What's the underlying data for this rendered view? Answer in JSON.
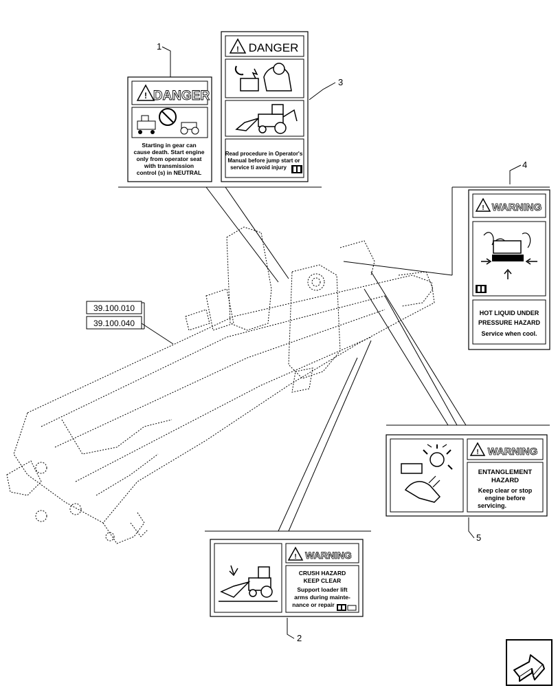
{
  "callouts": {
    "c1": "1",
    "c2": "2",
    "c3": "3",
    "c4": "4",
    "c5": "5"
  },
  "references": [
    "39.100.010",
    "39.100.040"
  ],
  "decals": {
    "d1": {
      "header": "DANGER",
      "lines": [
        "Starting in gear can",
        "cause death. Start engine",
        "only from operator seat",
        "with transmission",
        "control (s) in NEUTRAL"
      ]
    },
    "d2": {
      "header": "WARNING",
      "title_lines": [
        "CRUSH HAZARD",
        "KEEP CLEAR"
      ],
      "lines": [
        "Support loader lift",
        "arms during mainte-",
        "nance or repair"
      ]
    },
    "d3": {
      "header": "DANGER",
      "lines": [
        "Read procedure in Operator's",
        "Manual before jump start or",
        "service ti avoid injury"
      ]
    },
    "d4": {
      "header": "WARNING",
      "lines": [
        "HOT LIQUID UNDER",
        "PRESSURE HAZARD",
        "Service when cool."
      ]
    },
    "d5": {
      "header": "WARNING",
      "title_lines": [
        "ENTANGLEMENT",
        "HAZARD"
      ],
      "lines": [
        "Keep clear or stop",
        "engine before",
        "servicing."
      ]
    }
  },
  "icons": [
    "warning-triangle-icon",
    "manual-book-icon",
    "navigation-arrow-icon"
  ]
}
